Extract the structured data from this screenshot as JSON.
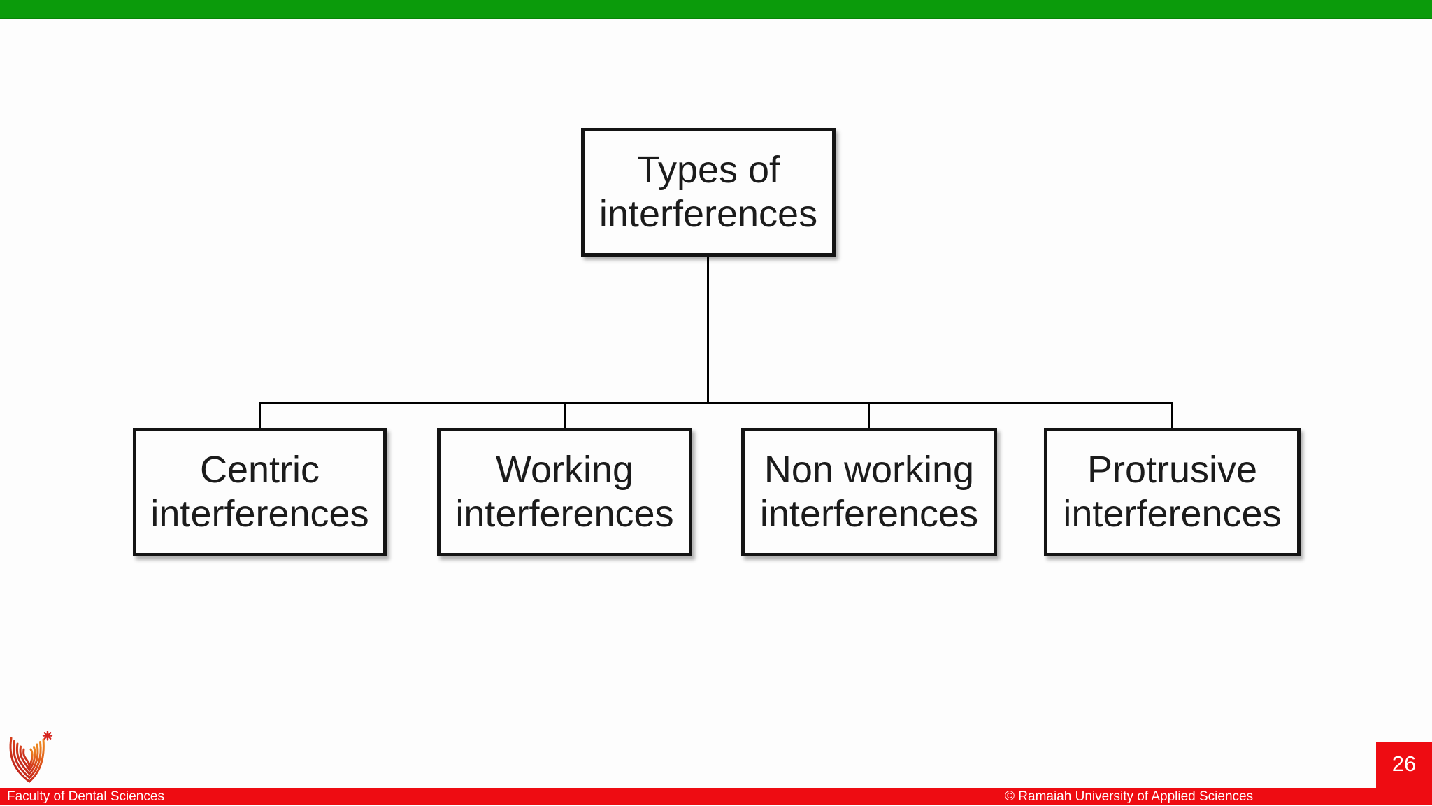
{
  "slide": {
    "kind": "presentation-slide",
    "page_number": "26"
  },
  "footer": {
    "left_text": "Faculty of Dental Sciences",
    "right_text": "© Ramaiah University of Applied Sciences"
  },
  "diagram": {
    "type": "hierarchy",
    "root": {
      "id": "types-of-interferences",
      "label": "Types of interferences"
    },
    "children": [
      {
        "id": "centric",
        "label": "Centric interferences"
      },
      {
        "id": "working",
        "label": "Working interferences"
      },
      {
        "id": "non-working",
        "label": "Non working interferences"
      },
      {
        "id": "protrusive",
        "label": "Protrusive interferences"
      }
    ]
  },
  "icons": {
    "logo": "ramaiah-shield-logo",
    "logo_star": "asterisk-star-icon"
  },
  "colors": {
    "top_bar_green": "#0b9b0b",
    "footer_red": "#ee0c12",
    "node_border": "#141414",
    "node_text": "#1b1b1b",
    "footer_text": "#ffffff",
    "logo_dark_red": "#b5121b",
    "logo_orange": "#ef8c1f",
    "logo_star_red": "#d6251f"
  }
}
